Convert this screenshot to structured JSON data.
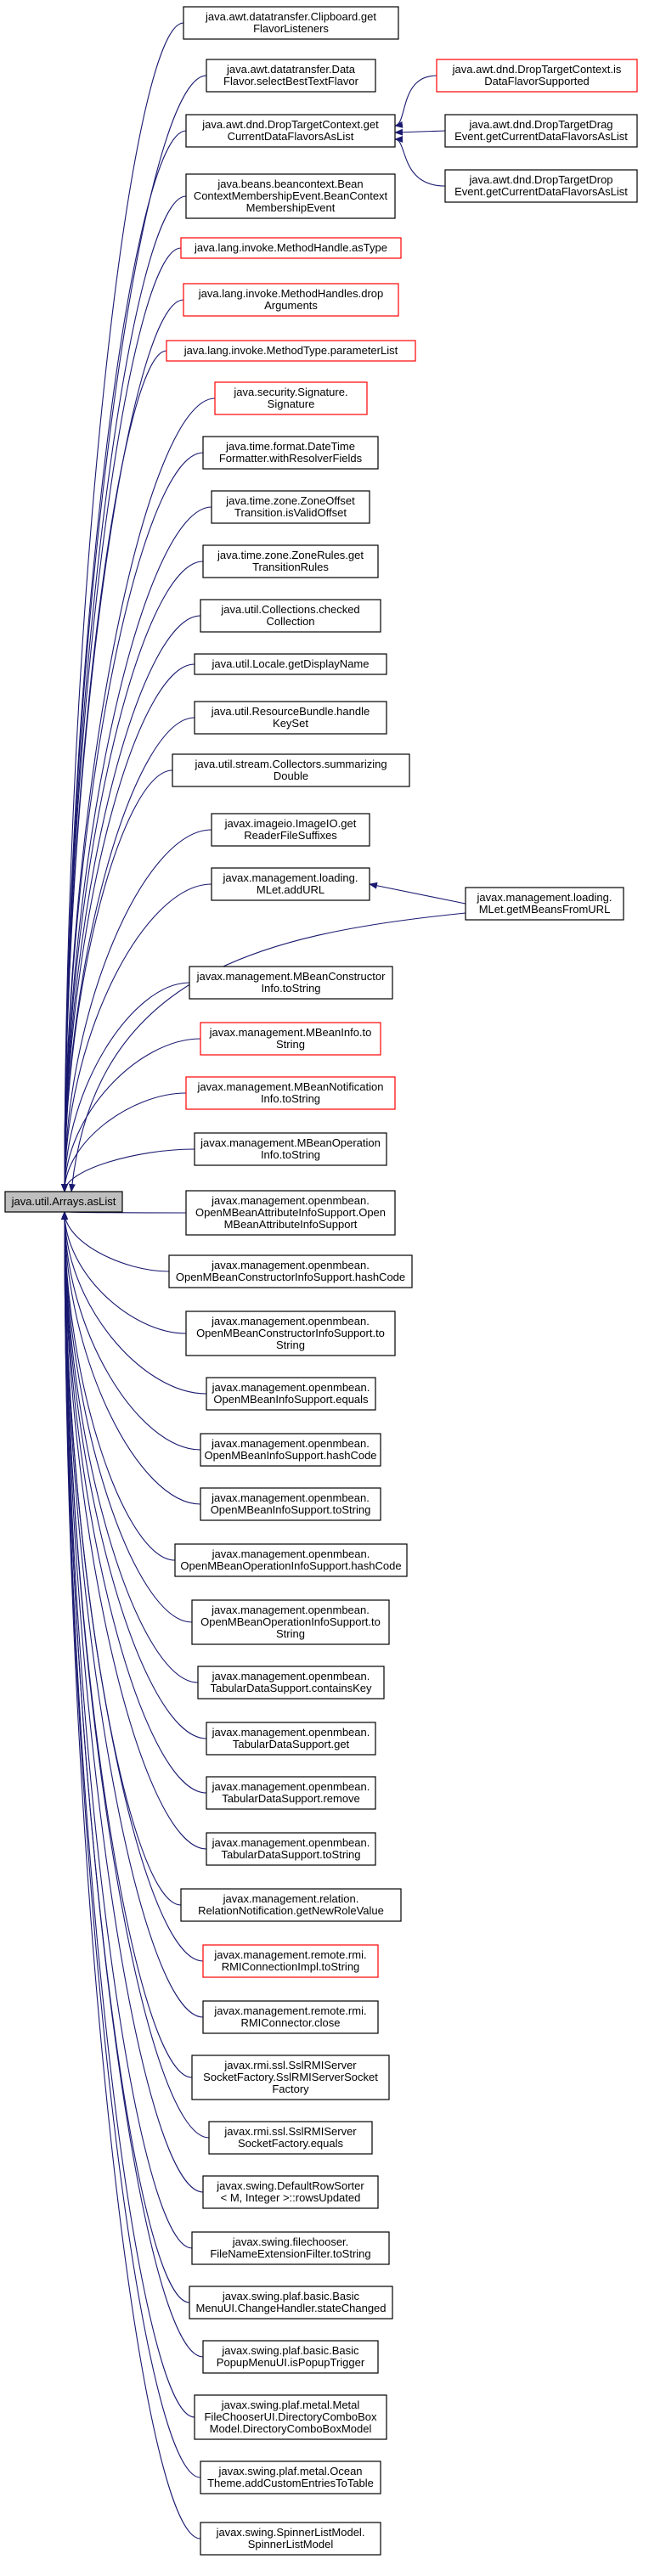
{
  "focus": {
    "lines": [
      "java.util.Arrays.asList"
    ],
    "fill": "#bfbfbf",
    "border": "#000000"
  },
  "colors": {
    "edge": "#191970",
    "normal_border": "#000000",
    "red_border": "#ff0000",
    "background": "#ffffff"
  },
  "callers": [
    {
      "lines": [
        "java.awt.datatransfer.Clipboard.get",
        "FlavorListeners"
      ],
      "border": "black"
    },
    {
      "lines": [
        "java.awt.datatransfer.Data",
        "Flavor.selectBestTextFlavor"
      ],
      "border": "black"
    },
    {
      "lines": [
        "java.awt.dnd.DropTargetContext.get",
        "CurrentDataFlavorsAsList"
      ],
      "border": "black"
    },
    {
      "lines": [
        "java.beans.beancontext.Bean",
        "ContextMembershipEvent.BeanContext",
        "MembershipEvent"
      ],
      "border": "black"
    },
    {
      "lines": [
        "java.lang.invoke.MethodHandle.asType"
      ],
      "border": "red"
    },
    {
      "lines": [
        "java.lang.invoke.MethodHandles.drop",
        "Arguments"
      ],
      "border": "red"
    },
    {
      "lines": [
        "java.lang.invoke.MethodType.parameterList"
      ],
      "border": "red"
    },
    {
      "lines": [
        "java.security.Signature.",
        "Signature"
      ],
      "border": "red"
    },
    {
      "lines": [
        "java.time.format.DateTime",
        "Formatter.withResolverFields"
      ],
      "border": "black"
    },
    {
      "lines": [
        "java.time.zone.ZoneOffset",
        "Transition.isValidOffset"
      ],
      "border": "black"
    },
    {
      "lines": [
        "java.time.zone.ZoneRules.get",
        "TransitionRules"
      ],
      "border": "black"
    },
    {
      "lines": [
        "java.util.Collections.checked",
        "Collection"
      ],
      "border": "black"
    },
    {
      "lines": [
        "java.util.Locale.getDisplayName"
      ],
      "border": "black"
    },
    {
      "lines": [
        "java.util.ResourceBundle.handle",
        "KeySet"
      ],
      "border": "black"
    },
    {
      "lines": [
        "java.util.stream.Collectors.summarizing",
        "Double"
      ],
      "border": "black"
    },
    {
      "lines": [
        "javax.imageio.ImageIO.get",
        "ReaderFileSuffixes"
      ],
      "border": "black"
    },
    {
      "lines": [
        "javax.management.loading.",
        "MLet.addURL"
      ],
      "border": "black"
    },
    {
      "lines": [
        "javax.management.MBeanConstructor",
        "Info.toString"
      ],
      "border": "black"
    },
    {
      "lines": [
        "javax.management.MBeanInfo.to",
        "String"
      ],
      "border": "red"
    },
    {
      "lines": [
        "javax.management.MBeanNotification",
        "Info.toString"
      ],
      "border": "red"
    },
    {
      "lines": [
        "javax.management.MBeanOperation",
        "Info.toString"
      ],
      "border": "black"
    },
    {
      "lines": [
        "javax.management.openmbean.",
        "OpenMBeanAttributeInfoSupport.Open",
        "MBeanAttributeInfoSupport"
      ],
      "border": "black"
    },
    {
      "lines": [
        "javax.management.openmbean.",
        "OpenMBeanConstructorInfoSupport.hashCode"
      ],
      "border": "black"
    },
    {
      "lines": [
        "javax.management.openmbean.",
        "OpenMBeanConstructorInfoSupport.to",
        "String"
      ],
      "border": "black"
    },
    {
      "lines": [
        "javax.management.openmbean.",
        "OpenMBeanInfoSupport.equals"
      ],
      "border": "black"
    },
    {
      "lines": [
        "javax.management.openmbean.",
        "OpenMBeanInfoSupport.hashCode"
      ],
      "border": "black"
    },
    {
      "lines": [
        "javax.management.openmbean.",
        "OpenMBeanInfoSupport.toString"
      ],
      "border": "black"
    },
    {
      "lines": [
        "javax.management.openmbean.",
        "OpenMBeanOperationInfoSupport.hashCode"
      ],
      "border": "black"
    },
    {
      "lines": [
        "javax.management.openmbean.",
        "OpenMBeanOperationInfoSupport.to",
        "String"
      ],
      "border": "black"
    },
    {
      "lines": [
        "javax.management.openmbean.",
        "TabularDataSupport.containsKey"
      ],
      "border": "black"
    },
    {
      "lines": [
        "javax.management.openmbean.",
        "TabularDataSupport.get"
      ],
      "border": "black"
    },
    {
      "lines": [
        "javax.management.openmbean.",
        "TabularDataSupport.remove"
      ],
      "border": "black"
    },
    {
      "lines": [
        "javax.management.openmbean.",
        "TabularDataSupport.toString"
      ],
      "border": "black"
    },
    {
      "lines": [
        "javax.management.relation.",
        "RelationNotification.getNewRoleValue"
      ],
      "border": "black"
    },
    {
      "lines": [
        "javax.management.remote.rmi.",
        "RMIConnectionImpl.toString"
      ],
      "border": "red"
    },
    {
      "lines": [
        "javax.management.remote.rmi.",
        "RMIConnector.close"
      ],
      "border": "black"
    },
    {
      "lines": [
        "javax.rmi.ssl.SslRMIServer",
        "SocketFactory.SslRMIServerSocket",
        "Factory"
      ],
      "border": "black"
    },
    {
      "lines": [
        "javax.rmi.ssl.SslRMIServer",
        "SocketFactory.equals"
      ],
      "border": "black"
    },
    {
      "lines": [
        "javax.swing.DefaultRowSorter",
        "< M, Integer >::rowsUpdated"
      ],
      "border": "black"
    },
    {
      "lines": [
        "javax.swing.filechooser.",
        "FileNameExtensionFilter.toString"
      ],
      "border": "black"
    },
    {
      "lines": [
        "javax.swing.plaf.basic.Basic",
        "MenuUI.ChangeHandler.stateChanged"
      ],
      "border": "black"
    },
    {
      "lines": [
        "javax.swing.plaf.basic.Basic",
        "PopupMenuUI.isPopupTrigger"
      ],
      "border": "black"
    },
    {
      "lines": [
        "javax.swing.plaf.metal.Metal",
        "FileChooserUI.DirectoryComboBox",
        "Model.DirectoryComboBoxModel"
      ],
      "border": "black"
    },
    {
      "lines": [
        "javax.swing.plaf.metal.Ocean",
        "Theme.addCustomEntriesToTable"
      ],
      "border": "black"
    },
    {
      "lines": [
        "javax.swing.SpinnerListModel.",
        "SpinnerListModel"
      ],
      "border": "black"
    }
  ],
  "second_level": [
    {
      "lines": [
        "java.awt.dnd.DropTargetContext.is",
        "DataFlavorSupported"
      ],
      "border": "red"
    },
    {
      "lines": [
        "java.awt.dnd.DropTargetDrag",
        "Event.getCurrentDataFlavorsAsList"
      ],
      "border": "black"
    },
    {
      "lines": [
        "java.awt.dnd.DropTargetDrop",
        "Event.getCurrentDataFlavorsAsList"
      ],
      "border": "black"
    },
    {
      "lines": [
        "javax.management.loading.",
        "MLet.getMBeansFromURL"
      ],
      "border": "black"
    }
  ]
}
